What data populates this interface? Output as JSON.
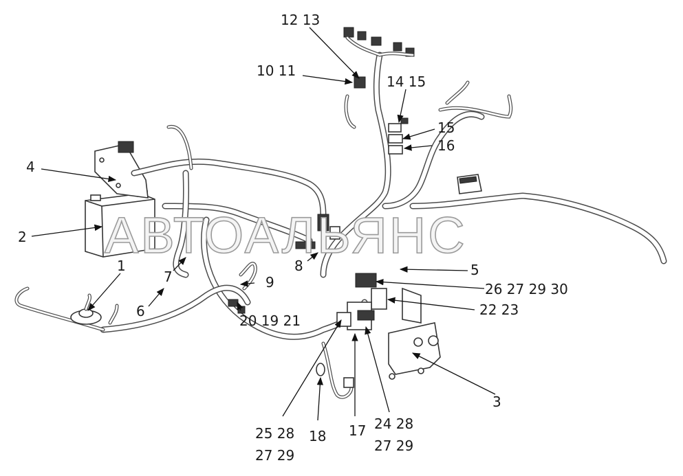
{
  "watermark": "АВТОАЛЬЯНС",
  "callouts": {
    "c1": "1",
    "c2": "2",
    "c3": "3",
    "c4": "4",
    "c5": "5",
    "c6": "6",
    "c7": "7",
    "c8": "8",
    "c9": "9",
    "c10_11": "10 11",
    "c12_13": "12 13",
    "c14_15": "14 15",
    "c15": "15",
    "c16": "16",
    "c17": "17",
    "c18": "18",
    "c20_19_21": "20 19 21",
    "c22_23": "22 23",
    "c24_28": "24 28",
    "c27_29_b": "27 29",
    "c25_28": "25 28",
    "c27_29_a": "27 29",
    "c26_27_29_30": "26 27 29 30"
  }
}
